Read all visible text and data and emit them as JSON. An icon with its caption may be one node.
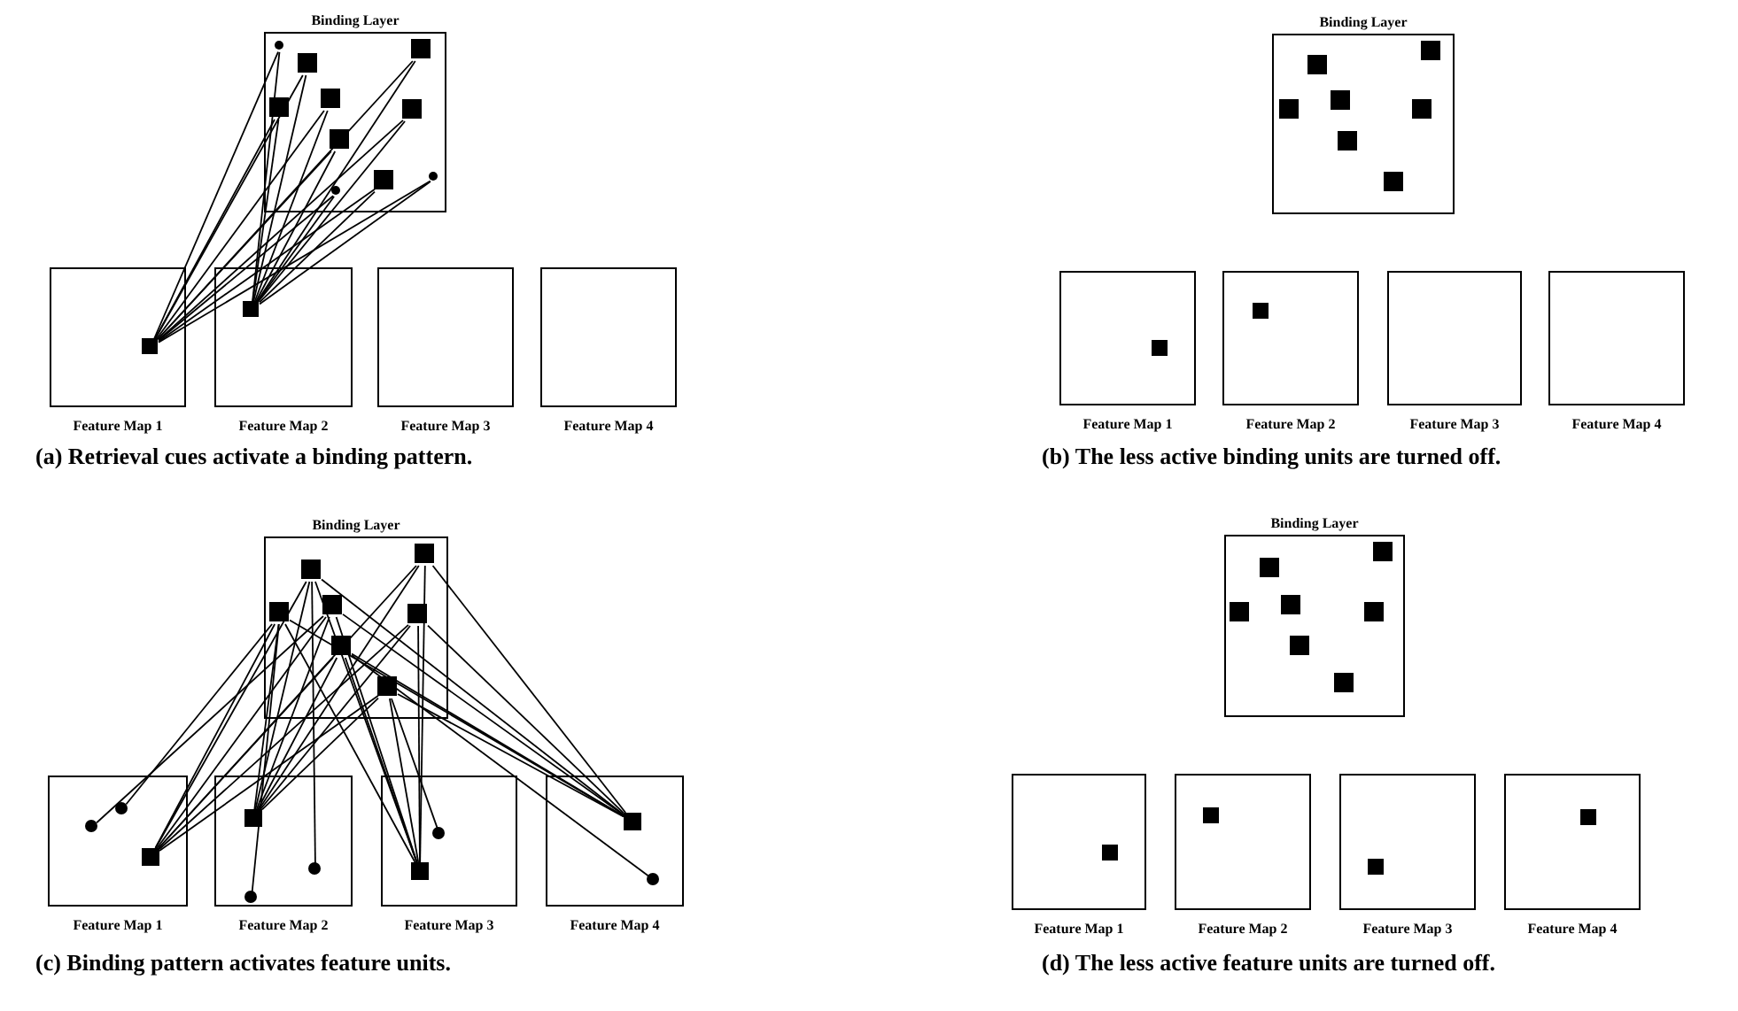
{
  "diagram": {
    "nodes": [
      {
        "text": [
          "Binding Layer"
        ]
      },
      {
        "text": [],
        "shape": "circle",
        "in": 0
      },
      {
        "text": [],
        "shape": "box",
        "in": 0
      },
      {
        "text": [],
        "shape": "box",
        "in": 0
      },
      {
        "text": [],
        "shape": "box",
        "in": 0
      },
      {
        "text": [],
        "shape": "box",
        "in": 0
      },
      {
        "text": [],
        "shape": "box",
        "in": 0
      },
      {
        "text": [],
        "shape": "box",
        "in": 0
      },
      {
        "text": [],
        "shape": "circle",
        "in": 0
      },
      {
        "text": [],
        "shape": "circle",
        "in": 0
      },
      {
        "text": [],
        "shape": "box",
        "in": 0
      },
      {
        "text": [
          "Feature Map 1"
        ]
      },
      {
        "text": [],
        "shape": "box",
        "in": 11
      },
      {
        "text": [
          "Feature Map 2"
        ]
      },
      {
        "text": [],
        "shape": "box",
        "in": 13
      },
      {
        "text": [
          "Feature Map 3"
        ]
      },
      {
        "text": [
          "Feature Map 4"
        ]
      },
      {
        "text": [
          "Binding Layer"
        ]
      },
      {
        "text": [],
        "shape": "box",
        "in": 17
      },
      {
        "text": [],
        "shape": "box",
        "in": 17
      },
      {
        "text": [],
        "shape": "box",
        "in": 17
      },
      {
        "text": [],
        "shape": "box",
        "in": 17
      },
      {
        "text": [],
        "shape": "box",
        "in": 17
      },
      {
        "text": [],
        "shape": "box",
        "in": 17
      },
      {
        "text": [],
        "shape": "box",
        "in": 17
      },
      {
        "text": [
          "Feature Map 1"
        ]
      },
      {
        "text": [],
        "shape": "box",
        "in": 25
      },
      {
        "text": [
          "Feature Map 2"
        ]
      },
      {
        "text": [],
        "shape": "box",
        "in": 27
      },
      {
        "text": [
          "Feature Map 3"
        ]
      },
      {
        "text": [
          "Feature Map 4"
        ]
      },
      {
        "text": [
          "Binding Layer"
        ]
      },
      {
        "text": [],
        "shape": "box",
        "in": 31
      },
      {
        "text": [],
        "shape": "box",
        "in": 31
      },
      {
        "text": [],
        "shape": "box",
        "in": 31
      },
      {
        "text": [],
        "shape": "box",
        "in": 31
      },
      {
        "text": [],
        "shape": "box",
        "in": 31
      },
      {
        "text": [],
        "shape": "box",
        "in": 31
      },
      {
        "text": [],
        "shape": "box",
        "in": 31
      },
      {
        "text": [
          "Feature Map 1"
        ]
      },
      {
        "text": [],
        "shape": "circle",
        "in": 39
      },
      {
        "text": [],
        "shape": "circle",
        "in": 39
      },
      {
        "text": [],
        "shape": "box",
        "in": 39
      },
      {
        "text": [
          "Feature Map 2"
        ]
      },
      {
        "text": [],
        "shape": "box",
        "in": 43
      },
      {
        "text": [],
        "shape": "circle",
        "in": 43
      },
      {
        "text": [],
        "shape": "circle",
        "in": 43
      },
      {
        "text": [
          "Feature Map 3"
        ]
      },
      {
        "text": [],
        "shape": "circle",
        "in": 47
      },
      {
        "text": [],
        "shape": "box",
        "in": 47
      },
      {
        "text": [
          "Feature Map 4"
        ]
      },
      {
        "text": [],
        "shape": "box",
        "in": 50
      },
      {
        "text": [],
        "shape": "circle",
        "in": 50
      },
      {
        "text": [
          "Binding Layer"
        ]
      },
      {
        "text": [],
        "shape": "box",
        "in": 53
      },
      {
        "text": [],
        "shape": "box",
        "in": 53
      },
      {
        "text": [],
        "shape": "box",
        "in": 53
      },
      {
        "text": [],
        "shape": "box",
        "in": 53
      },
      {
        "text": [],
        "shape": "box",
        "in": 53
      },
      {
        "text": [],
        "shape": "box",
        "in": 53
      },
      {
        "text": [],
        "shape": "box",
        "in": 53
      },
      {
        "text": [
          "Feature Map 1"
        ]
      },
      {
        "text": [],
        "shape": "box",
        "in": 61
      },
      {
        "text": [
          "Feature Map 2"
        ]
      },
      {
        "text": [],
        "shape": "box",
        "in": 63
      },
      {
        "text": [
          "Feature Map 3"
        ]
      },
      {
        "text": [],
        "shape": "box",
        "in": 65
      },
      {
        "text": [
          "Feature Map 4"
        ]
      },
      {
        "text": [],
        "shape": "box",
        "in": 67
      }
    ],
    "edges": [
      {
        "from": 12,
        "to": 1,
        "arrow": "none"
      },
      {
        "from": 12,
        "to": 2,
        "arrow": "none"
      },
      {
        "from": 12,
        "to": 3,
        "arrow": "none"
      },
      {
        "from": 12,
        "to": 4,
        "arrow": "none"
      },
      {
        "from": 12,
        "to": 5,
        "arrow": "none"
      },
      {
        "from": 12,
        "to": 6,
        "arrow": "none"
      },
      {
        "from": 12,
        "to": 7,
        "arrow": "none"
      },
      {
        "from": 12,
        "to": 8,
        "arrow": "none"
      },
      {
        "from": 12,
        "to": 9,
        "arrow": "none"
      },
      {
        "from": 12,
        "to": 10,
        "arrow": "none"
      },
      {
        "from": 14,
        "to": 1,
        "arrow": "none"
      },
      {
        "from": 14,
        "to": 2,
        "arrow": "none"
      },
      {
        "from": 14,
        "to": 3,
        "arrow": "none"
      },
      {
        "from": 14,
        "to": 4,
        "arrow": "none"
      },
      {
        "from": 14,
        "to": 5,
        "arrow": "none"
      },
      {
        "from": 14,
        "to": 6,
        "arrow": "none"
      },
      {
        "from": 14,
        "to": 7,
        "arrow": "none"
      },
      {
        "from": 14,
        "to": 8,
        "arrow": "none"
      },
      {
        "from": 14,
        "to": 9,
        "arrow": "none"
      },
      {
        "from": 14,
        "to": 10,
        "arrow": "none"
      },
      {
        "from": 32,
        "to": 42,
        "arrow": "none"
      },
      {
        "from": 32,
        "to": 44,
        "arrow": "none"
      },
      {
        "from": 32,
        "to": 49,
        "arrow": "none"
      },
      {
        "from": 32,
        "to": 51,
        "arrow": "none"
      },
      {
        "from": 33,
        "to": 42,
        "arrow": "none"
      },
      {
        "from": 33,
        "to": 44,
        "arrow": "none"
      },
      {
        "from": 33,
        "to": 49,
        "arrow": "none"
      },
      {
        "from": 33,
        "to": 51,
        "arrow": "none"
      },
      {
        "from": 34,
        "to": 42,
        "arrow": "none"
      },
      {
        "from": 34,
        "to": 44,
        "arrow": "none"
      },
      {
        "from": 34,
        "to": 49,
        "arrow": "none"
      },
      {
        "from": 34,
        "to": 51,
        "arrow": "none"
      },
      {
        "from": 35,
        "to": 42,
        "arrow": "none"
      },
      {
        "from": 35,
        "to": 44,
        "arrow": "none"
      },
      {
        "from": 35,
        "to": 49,
        "arrow": "none"
      },
      {
        "from": 35,
        "to": 51,
        "arrow": "none"
      },
      {
        "from": 36,
        "to": 42,
        "arrow": "none"
      },
      {
        "from": 36,
        "to": 44,
        "arrow": "none"
      },
      {
        "from": 36,
        "to": 49,
        "arrow": "none"
      },
      {
        "from": 36,
        "to": 51,
        "arrow": "none"
      },
      {
        "from": 37,
        "to": 42,
        "arrow": "none"
      },
      {
        "from": 37,
        "to": 44,
        "arrow": "none"
      },
      {
        "from": 37,
        "to": 49,
        "arrow": "none"
      },
      {
        "from": 37,
        "to": 51,
        "arrow": "none"
      },
      {
        "from": 38,
        "to": 42,
        "arrow": "none"
      },
      {
        "from": 38,
        "to": 44,
        "arrow": "none"
      },
      {
        "from": 38,
        "to": 49,
        "arrow": "none"
      },
      {
        "from": 38,
        "to": 51,
        "arrow": "none"
      },
      {
        "from": 34,
        "to": 40,
        "arrow": "none"
      },
      {
        "from": 35,
        "to": 41,
        "arrow": "none"
      },
      {
        "from": 32,
        "to": 45,
        "arrow": "none"
      },
      {
        "from": 34,
        "to": 46,
        "arrow": "none"
      },
      {
        "from": 38,
        "to": 48,
        "arrow": "none"
      },
      {
        "from": 37,
        "to": 52,
        "arrow": "none"
      }
    ],
    "labels": [
      "(a) Retrieval cues activate a binding pattern.",
      "(b) The less active binding units are turned off.",
      "(c) Binding pattern activates feature units.",
      "(d) The less active feature units are turned off."
    ]
  }
}
